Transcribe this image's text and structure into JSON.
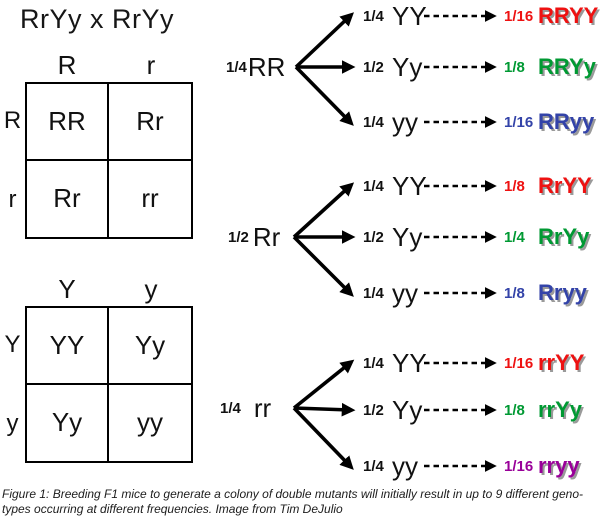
{
  "title": "RrYy x RrYy",
  "punnett_squares": [
    {
      "name": "R-gene-square",
      "col_headers": [
        "R",
        "r"
      ],
      "row_headers": [
        "R",
        "r"
      ],
      "cells": [
        [
          "RR",
          "Rr"
        ],
        [
          "Rr",
          "rr"
        ]
      ]
    },
    {
      "name": "Y-gene-square",
      "col_headers": [
        "Y",
        "y"
      ],
      "row_headers": [
        "Y",
        "y"
      ],
      "cells": [
        [
          "YY",
          "Yy"
        ],
        [
          "Yy",
          "yy"
        ]
      ]
    }
  ],
  "tree": {
    "groups": [
      {
        "parent_fraction": "1/4",
        "parent_genotype": "RR",
        "rows": [
          {
            "gamete_fraction": "1/4",
            "gamete_genotype": "YY",
            "result_fraction": "1/16",
            "result_genotype": "RRYY",
            "color": "#ee1111"
          },
          {
            "gamete_fraction": "1/2",
            "gamete_genotype": "Yy",
            "result_fraction": "1/8",
            "result_genotype": "RRYy",
            "color": "#009933"
          },
          {
            "gamete_fraction": "1/4",
            "gamete_genotype": "yy",
            "result_fraction": "1/16",
            "result_genotype": "RRyy",
            "color": "#3343a8"
          }
        ]
      },
      {
        "parent_fraction": "1/2",
        "parent_genotype": "Rr",
        "rows": [
          {
            "gamete_fraction": "1/4",
            "gamete_genotype": "YY",
            "result_fraction": "1/8",
            "result_genotype": "RrYY",
            "color": "#ee1111"
          },
          {
            "gamete_fraction": "1/2",
            "gamete_genotype": "Yy",
            "result_fraction": "1/4",
            "result_genotype": "RrYy",
            "color": "#009933"
          },
          {
            "gamete_fraction": "1/4",
            "gamete_genotype": "yy",
            "result_fraction": "1/8",
            "result_genotype": "Rryy",
            "color": "#3343a8"
          }
        ]
      },
      {
        "parent_fraction": "1/4",
        "parent_genotype": "rr",
        "rows": [
          {
            "gamete_fraction": "1/4",
            "gamete_genotype": "YY",
            "result_fraction": "1/16",
            "result_genotype": "rrYY",
            "color": "#ee1111"
          },
          {
            "gamete_fraction": "1/2",
            "gamete_genotype": "Yy",
            "result_fraction": "1/8",
            "result_genotype": "rrYy",
            "color": "#009933"
          },
          {
            "gamete_fraction": "1/4",
            "gamete_genotype": "yy",
            "result_fraction": "1/16",
            "result_genotype": "rryy",
            "color": "#990099"
          }
        ]
      }
    ]
  },
  "caption": {
    "line1": "Figure 1: Breeding F1 mice to generate a colony of double mutants will initially result in up to 9 different geno-",
    "line2": "types occurring at different frequencies. Image from Tim DeJulio"
  },
  "colors": {
    "red": "#ee1111",
    "green": "#009933",
    "blue": "#3343a8",
    "purple": "#990099",
    "shadow": "#9a9a9a",
    "ink": "#111111"
  }
}
